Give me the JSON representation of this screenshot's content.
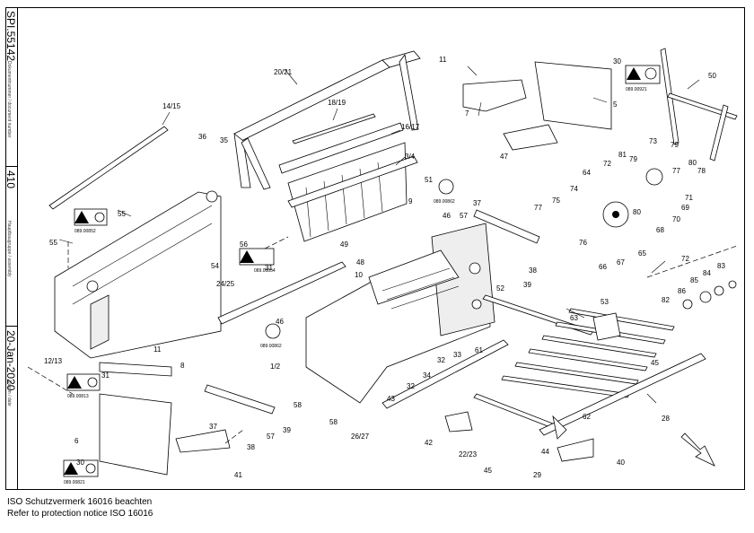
{
  "sidebar": {
    "doc_no": "SPI.55142",
    "doc_no_label": "Dokumentnummer / document number",
    "assembly": "410",
    "assembly_label": "Hauptbaugruppe / assembly",
    "date": "20-Jan-2020",
    "date_label": "Datum / date"
  },
  "labels": {
    "l1": "11",
    "l2": "7",
    "l3": "30",
    "l4": "5",
    "l5": "50",
    "l6": "20/21",
    "l7": "14/15",
    "l8": "18/19",
    "l9": "16/17",
    "l10": "3/4",
    "l11": "36",
    "l12": "35",
    "l13": "47",
    "l14": "78",
    "l15": "80",
    "l16": "77",
    "l17": "79",
    "l18": "73",
    "l19": "81",
    "l20": "72",
    "l21": "64",
    "l22": "79",
    "l23": "71",
    "l24": "69",
    "l25": "70",
    "l26": "80",
    "l27": "68",
    "l28": "74",
    "l29": "75",
    "l30": "77",
    "l31": "76",
    "l32": "66",
    "l33": "67",
    "l34": "65",
    "l35": "51",
    "l36": "37",
    "l37": "57",
    "l38": "9",
    "l39": "46",
    "l40": "55",
    "l41": "55",
    "l42": "56",
    "l43": "49",
    "l44": "48",
    "l45": "10",
    "l46": "38",
    "l47": "39",
    "l48": "52",
    "l49": "31",
    "l50": "54",
    "l51": "24/25",
    "l52": "46",
    "l53": "72",
    "l54": "83",
    "l55": "84",
    "l56": "85",
    "l57": "86",
    "l58": "82",
    "l59": "53",
    "l60": "63",
    "l61": "12/13",
    "l62": "11",
    "l63": "1/2",
    "l64": "8",
    "l65": "31",
    "l66": "33",
    "l67": "61",
    "l68": "34",
    "l69": "32",
    "l70": "32",
    "l71": "45",
    "l72": "43",
    "l73": "58",
    "l74": "37",
    "l75": "38",
    "l76": "57",
    "l77": "39",
    "l78": "62",
    "l79": "28",
    "l80": "58",
    "l81": "26/27",
    "l82": "42",
    "l83": "22/23",
    "l84": "44",
    "l85": "6",
    "l86": "30",
    "l87": "41",
    "l88": "45",
    "l89": "29",
    "l90": "40"
  },
  "stickers": {
    "s1": "089.00921",
    "s2": "089.00852",
    "s3": "089.00862",
    "s4": "089.00854",
    "s5": "089.00862",
    "s6": "089.00813",
    "s7": "089.00821"
  },
  "footer": {
    "line1": "ISO Schutzvermerk 16016 beachten",
    "line2": "Refer to protection notice ISO 16016"
  }
}
